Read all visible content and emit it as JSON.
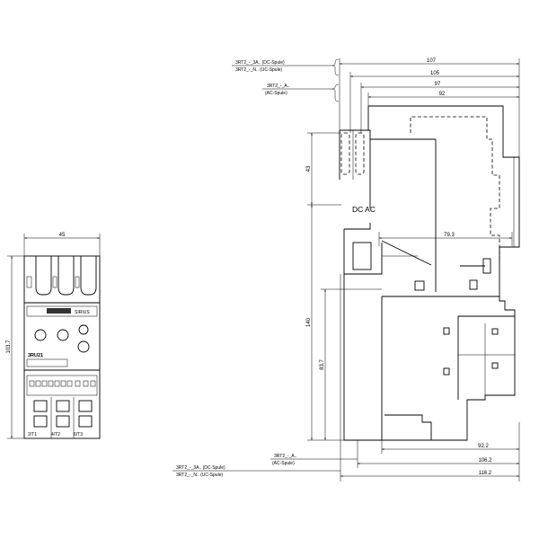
{
  "front_view": {
    "width_dim": "45",
    "height_dim": "103.7",
    "series_label": "SIRIUS",
    "model_label": "3RU21",
    "terminal_labels": [
      "2/T1",
      "4/T2",
      "6/T3"
    ]
  },
  "side_view": {
    "dim_107": "107",
    "dim_105": "105",
    "dim_97": "97",
    "dim_92": "92",
    "dim_43": "43",
    "dim_140": "140",
    "dim_83_7": "83.7",
    "dim_79_3": "79.3",
    "dim_92_2": "92.2",
    "dim_106_2": "106.2",
    "dim_116_2": "116.2",
    "coil_type_label": "DC AC"
  },
  "callouts": {
    "top_dc": "3RT2_-_3A.. (DC-Spule)",
    "top_uc": "3RT2_-_N.. (UC-Spule)",
    "top_ac_1": "3RT2_-_A..",
    "top_ac_2": "(AC-Spule)",
    "bottom_ac_1": "3RT2_-_A..",
    "bottom_ac_2": "(AC-Spule)",
    "bottom_dc": "3RT2_-_3A.. (DC-Spule)",
    "bottom_uc": "3RT2_-_N.. (UC-Spule)"
  }
}
